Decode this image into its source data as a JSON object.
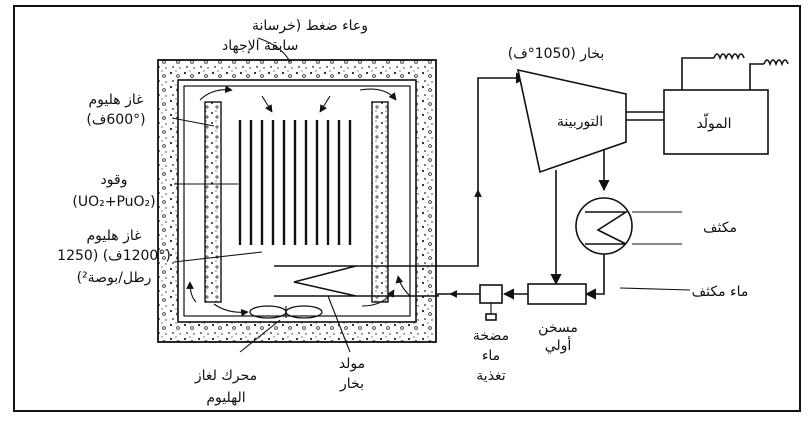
{
  "labels": {
    "vessel": [
      "وعاء ضغط (خرسانة",
      "سابقة الإجهاد"
    ],
    "steam": "بخار (1050°ف)",
    "helium_cold": [
      "غاز هليوم",
      "(600°ف)"
    ],
    "fuel": [
      "وقود",
      "(UO₂+PuO₂)"
    ],
    "helium_hot": [
      "غاز هليوم",
      "(1200°ف) (1250",
      "رطل/بوصة²)"
    ],
    "turbine": "التوربينة",
    "generator": "المولّد",
    "condenser": "مكثف",
    "condensate": "ماء مكثف",
    "preheater": [
      "مسخن",
      "أولي"
    ],
    "feed_pump": [
      "مضخة",
      "ماء",
      "تغذية"
    ],
    "steam_generator": [
      "مولد",
      "بخار"
    ],
    "helium_motor": [
      "محرك لغاز",
      "الهليوم"
    ]
  },
  "colors": {
    "ink": "#111111",
    "paper": "#ffffff"
  }
}
